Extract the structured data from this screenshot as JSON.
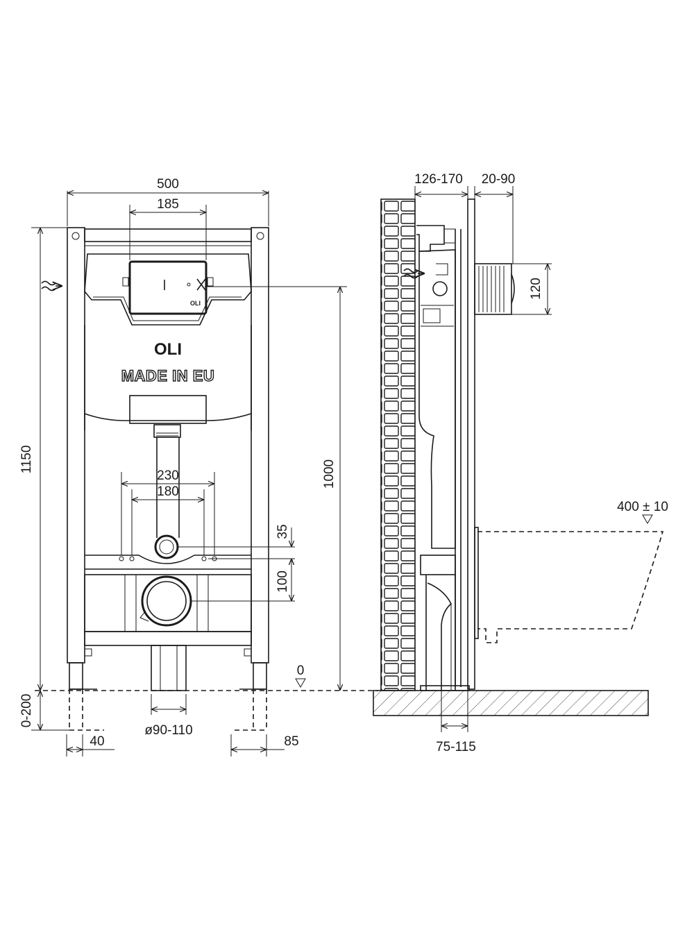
{
  "brand": {
    "logo": "OLI",
    "origin": "MADE IN EU",
    "plate_mark": "OLI"
  },
  "front_view": {
    "width": "500",
    "plate_width": "185",
    "height": "1150",
    "floor_adjust": "0-200",
    "foot_offset_left": "40",
    "foot_offset_right": "85",
    "drain_diameter": "ø90-110",
    "bolt_spacing_outer": "230",
    "bolt_spacing_inner": "180",
    "drain_height": "1000",
    "pipe_offset_upper": "35",
    "pipe_offset_lower": "100",
    "floor_level": "0"
  },
  "side_view": {
    "wall_depth": "126-170",
    "cladding_depth": "20-90",
    "plate_height": "120",
    "bowl_height": "400 ± 10",
    "drain_offset": "75-115"
  },
  "icons": {
    "water_inlet_front": "water-inlet-icon",
    "water_inlet_side": "water-inlet-icon"
  }
}
